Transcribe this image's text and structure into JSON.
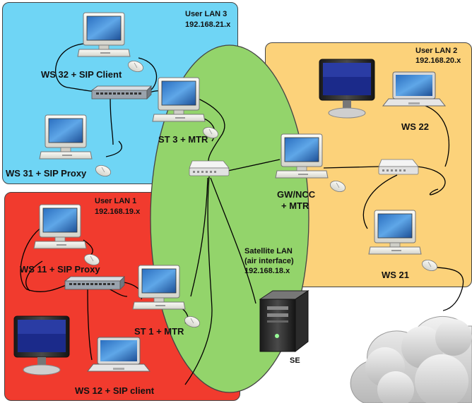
{
  "regions": {
    "lan3": {
      "title": "User LAN 3",
      "subnet": "192.168.21.x",
      "color": "#6fd5f5"
    },
    "lan2": {
      "title": "User LAN 2",
      "subnet": "192.168.20.x",
      "color": "#fcd27a"
    },
    "lan1": {
      "title": "User LAN 1",
      "subnet": "192.168.19.x",
      "color": "#f13b2e"
    },
    "satellite": {
      "line1": "Satellite LAN",
      "line2": "(air interface)",
      "subnet": "192.168.18.x",
      "color": "#93d46b"
    }
  },
  "nodes": {
    "ws32": "WS 32 + SIP Client",
    "ws31": "WS 31 + SIP Proxy",
    "st3": "ST 3 + MTR",
    "ws22": "WS 22",
    "gw_line1": "GW/NCC",
    "gw_line2": "+ MTR",
    "ws21": "WS 21",
    "ws11": "WS 11  +  SIP Proxy",
    "st1": "ST 1 + MTR",
    "ws12": "WS 12  + SIP client",
    "se": "SE"
  },
  "icons": {
    "computer": "desktop-computer-icon",
    "switch": "network-switch-icon",
    "hub": "network-hub-icon",
    "laptop": "laptop-icon",
    "monitor": "flat-monitor-icon",
    "server": "server-tower-icon",
    "cloud": "cloud-icon",
    "mouse": "mouse-icon"
  }
}
